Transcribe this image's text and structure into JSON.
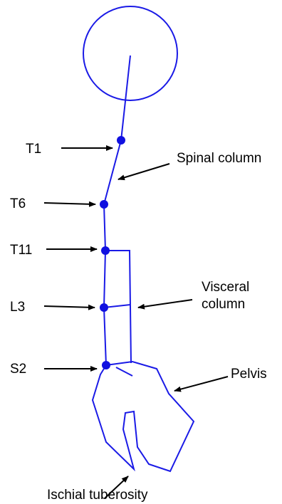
{
  "labels": {
    "t1": "T1",
    "t6": "T6",
    "t11": "T11",
    "l3": "L3",
    "s2": "S2",
    "spinal_column": "Spinal column",
    "visceral_line1": "Visceral",
    "visceral_line2": "column",
    "pelvis": "Pelvis",
    "ischial_tuberosity": "Ischial tuberosity"
  },
  "colors": {
    "model": "#1a1ae6",
    "vertebra": "#1010e0",
    "annotation": "#000000",
    "background": "#ffffff"
  }
}
